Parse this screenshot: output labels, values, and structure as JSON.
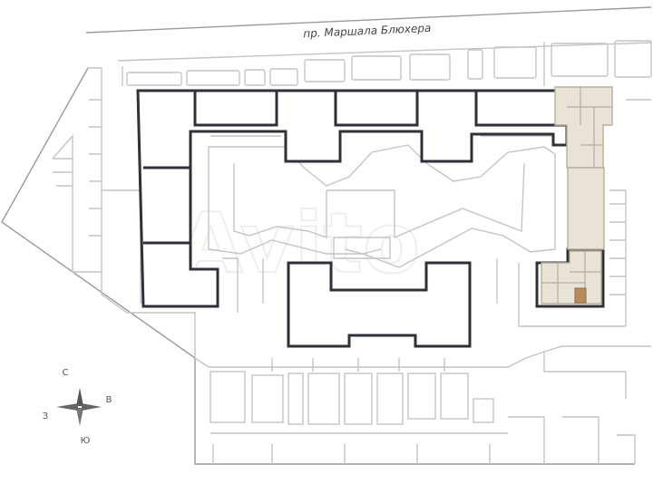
{
  "map": {
    "street_name": "пр. Маршала Блюхера",
    "watermark": "Avito",
    "compass": {
      "north": "С",
      "east": "В",
      "south": "Ю",
      "west": "З"
    },
    "colors": {
      "building_outline": "#2e3138",
      "highlighted_section": "#e9e2d7",
      "selected_unit": "#b8895a",
      "context_lines": "#c4c4c4"
    }
  }
}
